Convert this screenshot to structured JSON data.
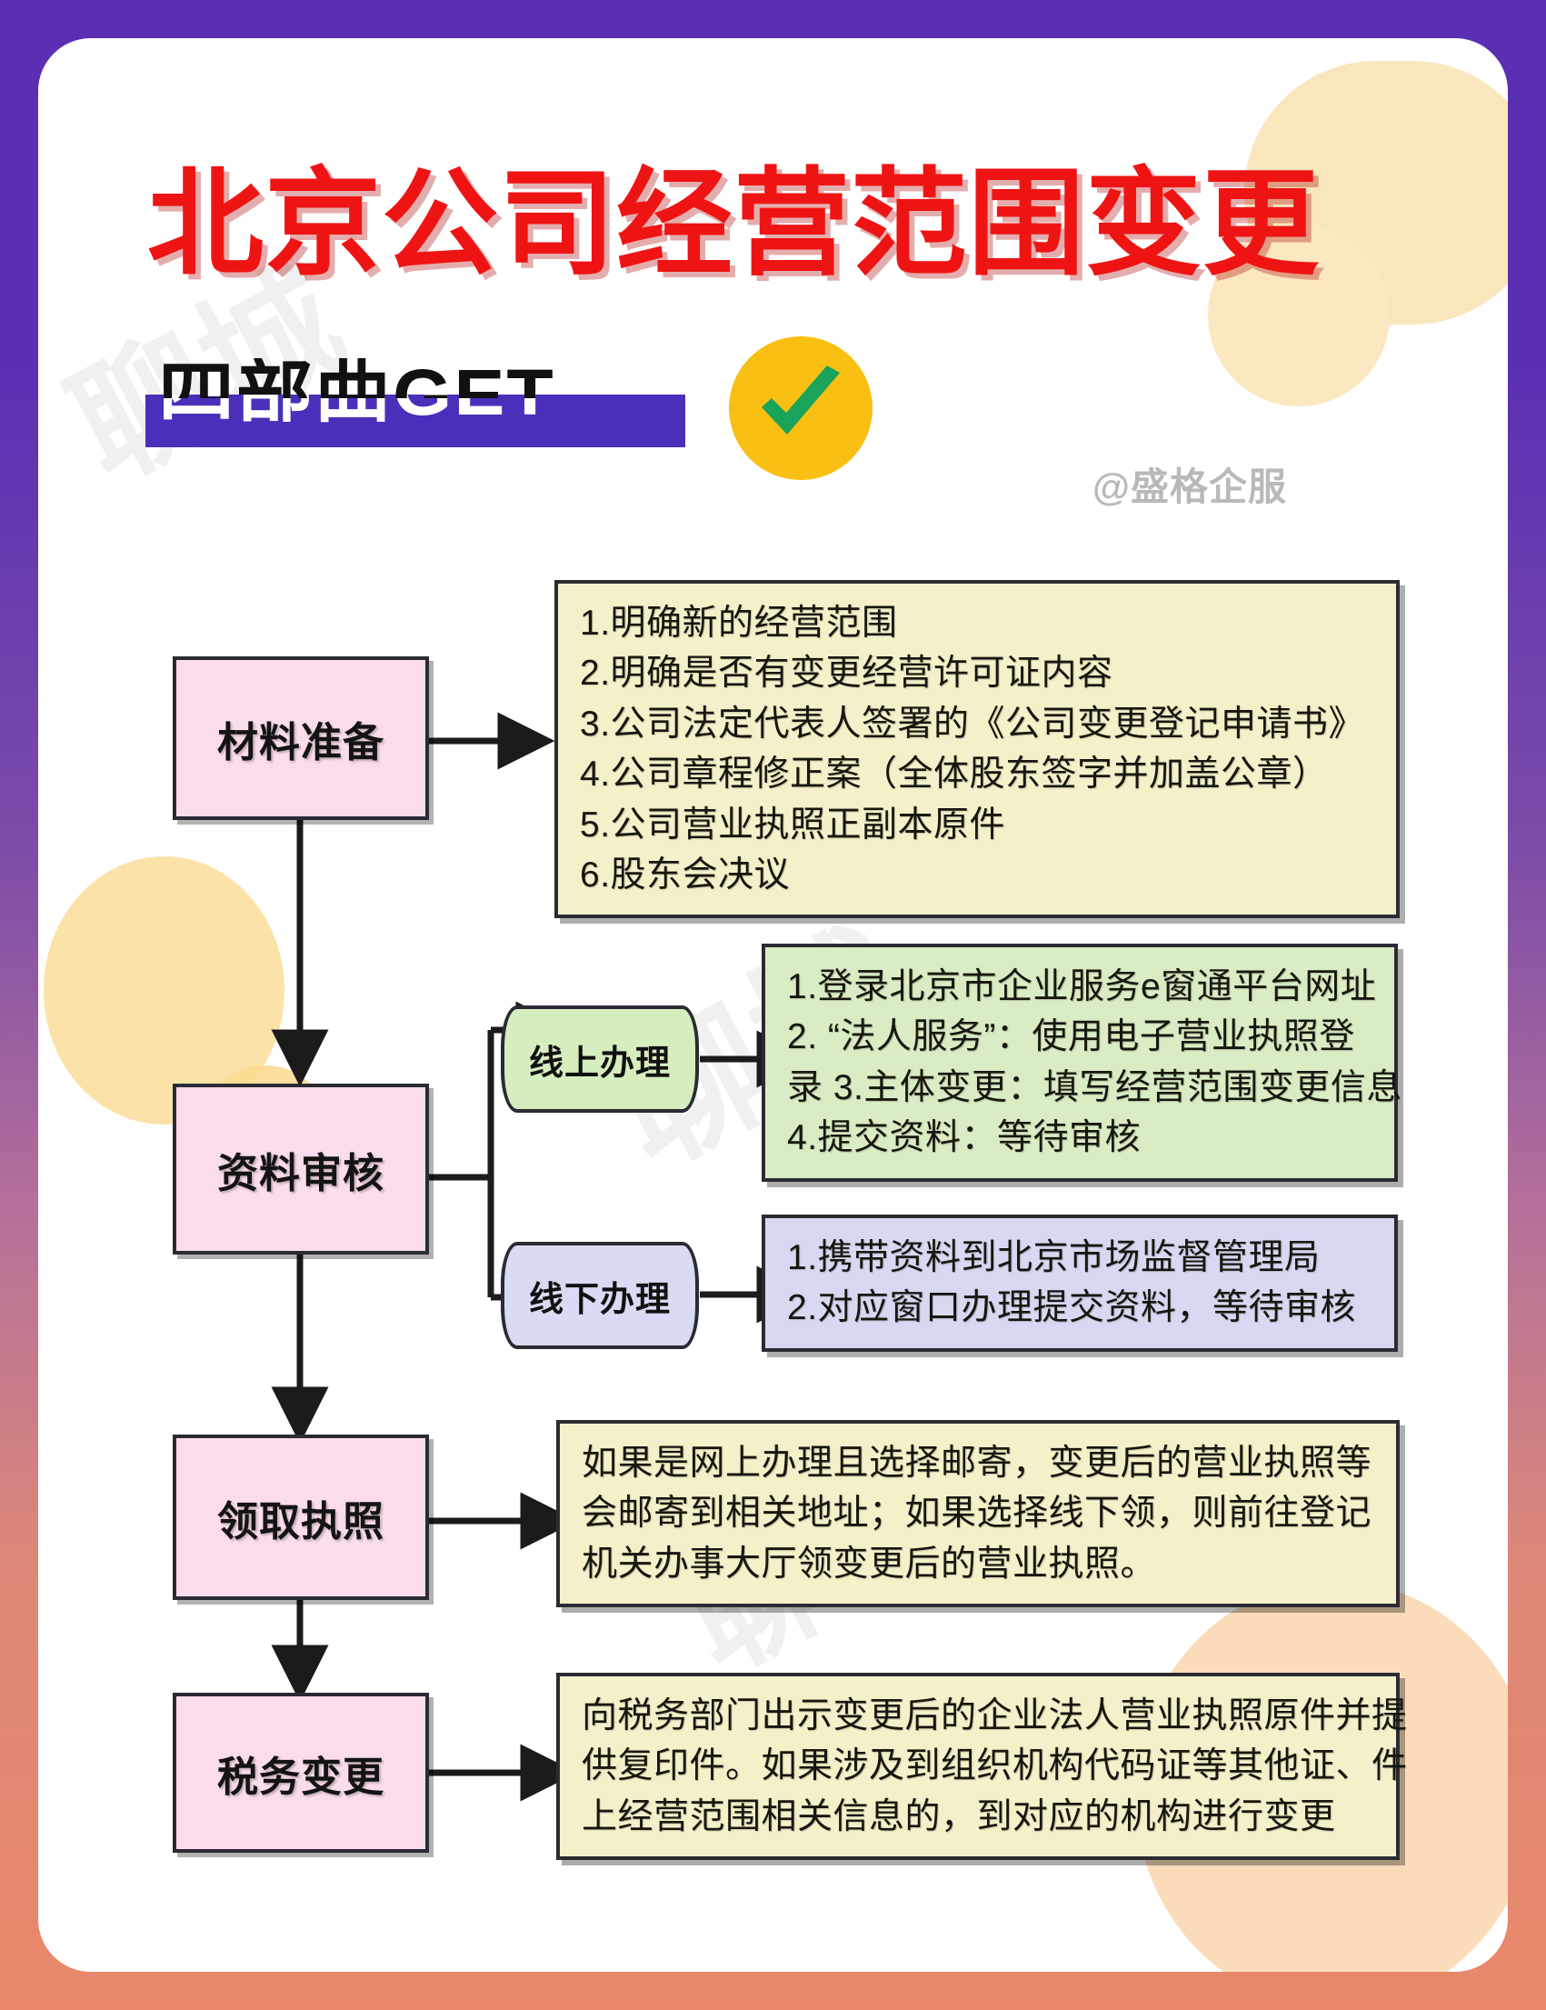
{
  "theme": {
    "border_gradient_top": "#5b2fb4",
    "border_gradient_bottom": "#e9886a",
    "title_color": "#ef1414",
    "band_color": "#4b2fba",
    "badge_color": "#f9c013",
    "check_color": "#1aa35a",
    "node_fill": "#fbdcec",
    "panel_cream": "#f4f0c9",
    "panel_green": "#d9ecc3",
    "panel_lavender": "#d7d9f3"
  },
  "header": {
    "title": "北京公司经营范围变更",
    "subtitle": "四部曲GET",
    "check_icon": "check-circle-icon",
    "handle": "@盛格企服",
    "watermark": "聊城"
  },
  "flow": {
    "steps": [
      {
        "id": "step-1",
        "label": "材料准备",
        "panel": {
          "style": "cream",
          "lines": [
            "1.明确新的经营范围",
            "2.明确是否有变更经营许可证内容",
            "3.公司法定代表人签署的《公司变更登记申请书》",
            "4.公司章程修正案（全体股东签字并加盖公章）",
            "5.公司营业执照正副本原件",
            "6.股东会决议"
          ]
        }
      },
      {
        "id": "step-2",
        "label": "资料审核",
        "branches": [
          {
            "id": "branch-online",
            "label": "线上办理",
            "style": "green",
            "lines": [
              "1.登录北京市企业服务e窗通平台网址",
              "2. “法人服务”：使用电子营业执照登",
              "录 3.主体变更：填写经营范围变更信息",
              "4.提交资料：等待审核"
            ]
          },
          {
            "id": "branch-offline",
            "label": "线下办理",
            "style": "lavender",
            "lines": [
              "1.携带资料到北京市场监督管理局",
              "2.对应窗口办理提交资料，等待审核"
            ]
          }
        ]
      },
      {
        "id": "step-3",
        "label": "领取执照",
        "panel": {
          "style": "cream",
          "lines": [
            "如果是网上办理且选择邮寄，变更后的营业执照等",
            "会邮寄到相关地址；如果选择线下领，则前往登记",
            "机关办事大厅领变更后的营业执照。"
          ]
        }
      },
      {
        "id": "step-4",
        "label": "税务变更",
        "panel": {
          "style": "cream",
          "lines": [
            "向税务部门出示变更后的企业法人营业执照原件并提",
            "供复印件。如果涉及到组织机构代码证等其他证、件",
            "上经营范围相关信息的，到对应的机构进行变更"
          ]
        }
      }
    ]
  }
}
